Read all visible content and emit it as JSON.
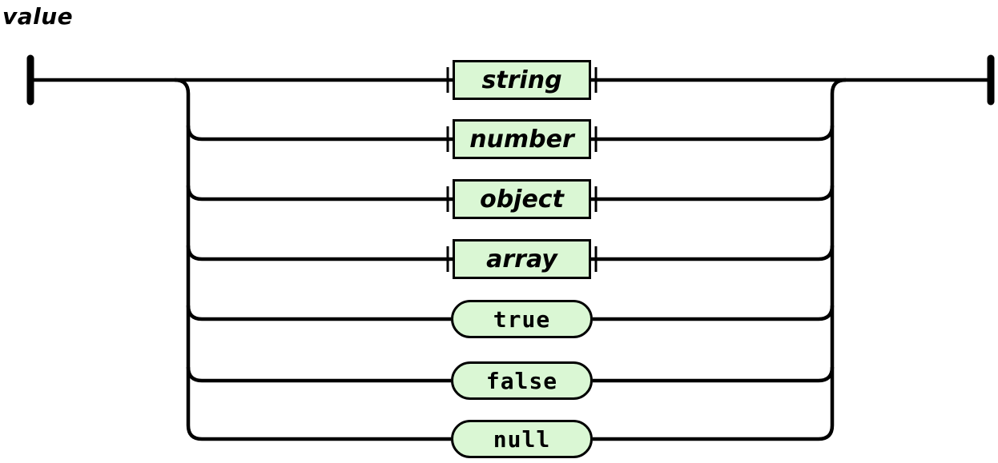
{
  "title": "value",
  "diagram": {
    "kind": "railroad-syntax-diagram",
    "rule": "value",
    "alternatives": [
      "string",
      "number",
      "object",
      "array",
      "true",
      "false",
      "null"
    ],
    "nodes": [
      {
        "label": "string",
        "kind": "nonterminal",
        "shape": "rectangle"
      },
      {
        "label": "number",
        "kind": "nonterminal",
        "shape": "rectangle"
      },
      {
        "label": "object",
        "kind": "nonterminal",
        "shape": "rectangle"
      },
      {
        "label": "array",
        "kind": "nonterminal",
        "shape": "rectangle"
      },
      {
        "label": "true",
        "kind": "terminal",
        "shape": "rounded"
      },
      {
        "label": "false",
        "kind": "terminal",
        "shape": "rounded"
      },
      {
        "label": "null",
        "kind": "terminal",
        "shape": "rounded"
      }
    ],
    "colors": {
      "node_fill": "#daf7d4",
      "line": "#000000",
      "text": "#000000",
      "background": "#ffffff"
    }
  }
}
